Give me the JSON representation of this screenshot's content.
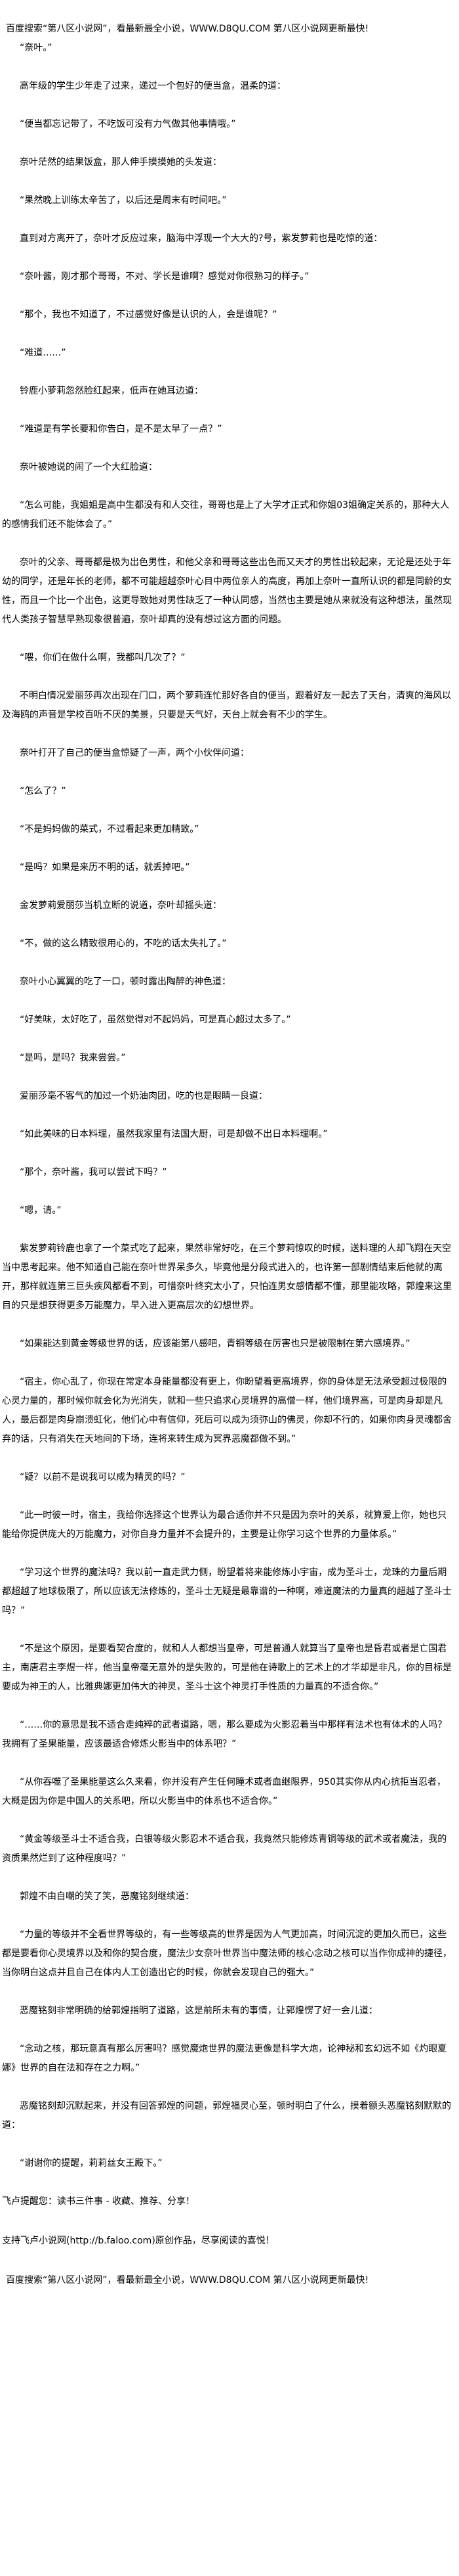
{
  "header": {
    "banner": "百度搜索“第八区小说网”，看最新最全小说，WWW.D8QU.COM   第八区小说网更新最快!"
  },
  "paragraphs": [
    "“奈叶。”",
    "高年级的学生少年走了过来，递过一个包好的便当盒，温柔的道：",
    "“便当都忘记带了，不吃饭可没有力气做其他事情哦。”",
    "奈叶茫然的结果饭盒，那人伸手摸摸她的头发道：",
    "“果然晚上训练太辛苦了，以后还是周末有时间吧。”",
    "直到对方离开了，奈叶才反应过来，脑海中浮现一个大大的?号，紫发萝莉也是吃惊的道：",
    "“奈叶酱，刚才那个哥哥，不对、学长是谁啊？感觉对你很熟习的样子。”",
    "“那个，我也不知道了，不过感觉好像是认识的人，会是谁呢？”",
    "“难道……”",
    "铃鹿小萝莉忽然脸红起来，低声在她耳边道：",
    "“难道是有学长要和你告白，是不是太早了一点？”",
    "奈叶被她说的闹了一个大红脸道：",
    "“怎么可能，我姐姐是高中生都没有和人交往，哥哥也是上了大学才正式和你姐03姐确定关系的，那种大人的感情我们还不能体会了。”",
    "奈叶的父亲、哥哥都是极为出色男性，和他父亲和哥哥这些出色而又天才的男性出较起来，无论是还处于年幼的同学，还是年长的老师，都不可能超越奈叶心目中两位亲人的高度，再加上奈叶一直所认识的都是同龄的女性，而且一个比一个出色，这更导致她对男性缺乏了一种认同感，当然也主要是她从来就没有这种想法，虽然现代人类孩子智慧早熟现象很普遍，奈叶却真的没有想过这方面的问题。",
    "“喂，你们在做什么啊，我都叫几次了？”",
    "不明白情况爱丽莎再次出现在门口，两个萝莉连忙那好各自的便当，跟着好友一起去了天台，清爽的海风以及海鸥的声音是学校百听不厌的美景，只要是天气好，天台上就会有不少的学生。",
    "奈叶打开了自己的便当盒惊疑了一声，两个小伙伴问道：",
    "“怎么了？”",
    "“不是妈妈做的菜式，不过看起来更加精致。”",
    "“是吗？如果是来历不明的话，就丢掉吧。”",
    "金发萝莉爱丽莎当机立断的说道，奈叶却摇头道：",
    "“不，做的这么精致很用心的，不吃的话太失礼了。”",
    "奈叶小心翼翼的吃了一口，顿时露出陶醉的神色道：",
    "“好美味，太好吃了，虽然觉得对不起妈妈，可是真心超过太多了。”",
    "“是吗，是吗？我来尝尝。”",
    "爱丽莎毫不客气的加过一个奶油肉团，吃的也是眼睛一良道：",
    "“如此美味的日本料理，虽然我家里有法国大厨，可是却做不出日本料理啊。”",
    "“那个，奈叶酱，我可以尝试下吗？”",
    "“嗯，请。”",
    "紫发萝莉铃鹿也拿了一个菜式吃了起来，果然非常好吃，在三个萝莉惊叹的时候，送料理的人却飞翔在天空当中思考起来。他不知道自己能在奈叶世界呆多久，毕竟他是分段式进入的，也许第一部剧情结束后他就的离开，那样就连第三巨头疾风都看不到，可惜奈叶终究太小了，只怕连男女感情都不懂，那里能攻略，郭煌来这里目的只是想获得更多万能魔力，早入进入更高层次的幻想世界。",
    "“如果能达到黄金等级世界的话，应该能第八感吧，青铜等级在厉害也只是被限制在第六感境界。”",
    "“宿主，你心乱了，你现在常定本身能量都没有更上，你盼望着更高境界，你的身体是无法承受超过极限的心灵力量的，那时候你就会化为光消失，就和一些只追求心灵境界的高僧一样，他们境界高，可是肉身却是凡人，最后都是肉身崩溃虹化，他们心中有信仰，死后可以成为须弥山的佛灵，你却不行的，如果你肉身灵魂都舍弃的话，只有消失在天地间的下场，连将来转生成为冥界恶魔都做不到。”",
    "“疑？以前不是说我可以成为精灵的吗？”",
    "“此一时彼一时，宿主，我给你选择这个世界认为最合适你并不只是因为奈叶的关系，就算爱上你，她也只能给你提供庞大的万能魔力，对你自身力量并不会提升的，主要是让你学习这个世界的力量体系。”",
    "“学习这个世界的魔法吗？我以前一直走武力侧，盼望着将来能修炼小宇宙，成为圣斗士，龙珠的力量后期都超越了地球极限了，所以应该无法修炼的，圣斗士无疑是最靠谱的一种啊，难道魔法的力量真的超越了圣斗士吗？”",
    "“不是这个原因，是要看契合度的，就和人人都想当皇帝，可是普通人就算当了皇帝也是昏君或者是亡国君主，南唐君主李煜一样，他当皇帝毫无意外的是失败的，可是他在诗歌上的艺术上的才华却是非凡，你的目标是要成为神王的人，比雅典娜更加伟大的神灵，圣斗士这个神灵打手性质的力量真的不适合你。”",
    "“……你的意思是我不适合走纯粹的武者道路，嗯，那么要成为火影忍着当中那样有法术也有体术的人吗？我拥有了圣果能量，应该最适合修炼火影当中的体系吧？”",
    "“从你吞噬了圣果能量这么久来看，你并没有产生任何瞳术或者血继限界，950其实你从内心抗拒当忍者，大概是因为你是中国人的关系吧，所以火影当中的体系也不适合你。”",
    "“黄金等级圣斗士不适合我，白银等级火影忍术不适合我，我竟然只能修炼青铜等级的武术或者魔法，我的资质果然烂到了这种程度吗？”",
    "郭煌不由自嘲的笑了笑，恶魔铭刻继续道：",
    "“力量的等级并不全看世界等级的，有一些等级高的世界是因为人气更加高，时间沉淀的更加久而已，这些都是要看你心灵境界以及和你的契合度，魔法少女奈叶世界当中魔法师的核心念动之核可以当作你成神的捷径，当你明白这点并且自己在体内人工创造出它的时候，你就会发现自己的强大。”",
    "恶魔铭刻非常明确的给郭煌指明了道路，这是前所未有的事情，让郭煌愣了好一会儿道：",
    "“念动之核，那玩意真有那么厉害吗？感觉魔炮世界的魔法更像是科学大炮，论神秘和玄幻远不如《灼眼夏娜》世界的自在法和存在之力啊。”",
    "恶魔铭刻却沉默起来，并没有回答郭煌的问题，郭煌福灵心至，顿时明白了什么，摸着额头恶魔铭刻默默的道：",
    "“谢谢你的提醒，莉莉丝女王殿下。”"
  ],
  "footer": {
    "reminder": "飞卢提醒您：读书三件事 - 收藏、推荐、分享！",
    "support": "支持飞卢小说网(http://b.faloo.com)原创作品，尽享阅读的喜悦！",
    "banner": "百度搜索“第八区小说网”，看最新最全小说，WWW.D8QU.COM   第八区小说网更新最快!"
  }
}
